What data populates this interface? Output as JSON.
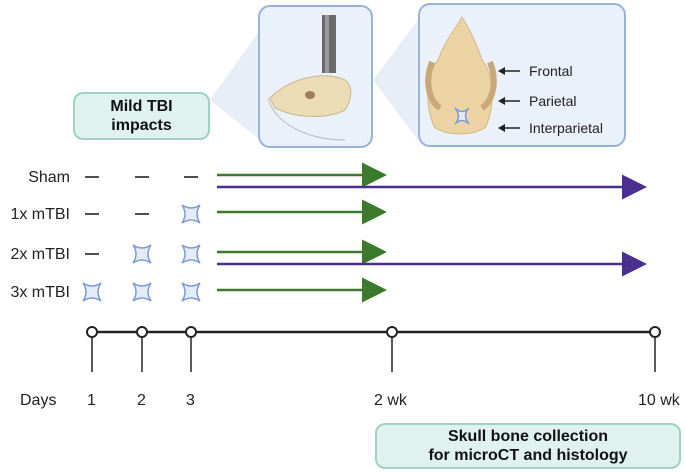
{
  "callouts": {
    "impacts": [
      "Mild TBI",
      "impacts"
    ],
    "collection": [
      "Skull bone collection",
      "for microCT and histology"
    ]
  },
  "skull_labels": [
    "Frontal",
    "Parietal",
    "Interparietal"
  ],
  "groups": [
    {
      "label": "Sham",
      "days": [
        "none",
        "none",
        "none"
      ],
      "endpoints": [
        "2 wk",
        "10 wk"
      ]
    },
    {
      "label": "1x mTBI",
      "days": [
        "none",
        "none",
        "impact"
      ],
      "endpoints": [
        "2 wk"
      ]
    },
    {
      "label": "2x mTBI",
      "days": [
        "none",
        "impact",
        "impact"
      ],
      "endpoints": [
        "2 wk",
        "10 wk"
      ]
    },
    {
      "label": "3x mTBI",
      "days": [
        "impact",
        "impact",
        "impact"
      ],
      "endpoints": [
        "2 wk"
      ]
    }
  ],
  "timeline": {
    "axis_label": "Days",
    "ticks": [
      "1",
      "2",
      "3",
      "2 wk",
      "10 wk"
    ]
  },
  "colors": {
    "green_arrow": "#3a7a2a",
    "purple_arrow": "#4b2f8f",
    "callout_fill": "#dff2ee",
    "callout_border": "#9fd1c5",
    "panel_fill": "#eaf1fb",
    "panel_border": "#98b2d8",
    "impact_star": "#7d9bd6"
  }
}
